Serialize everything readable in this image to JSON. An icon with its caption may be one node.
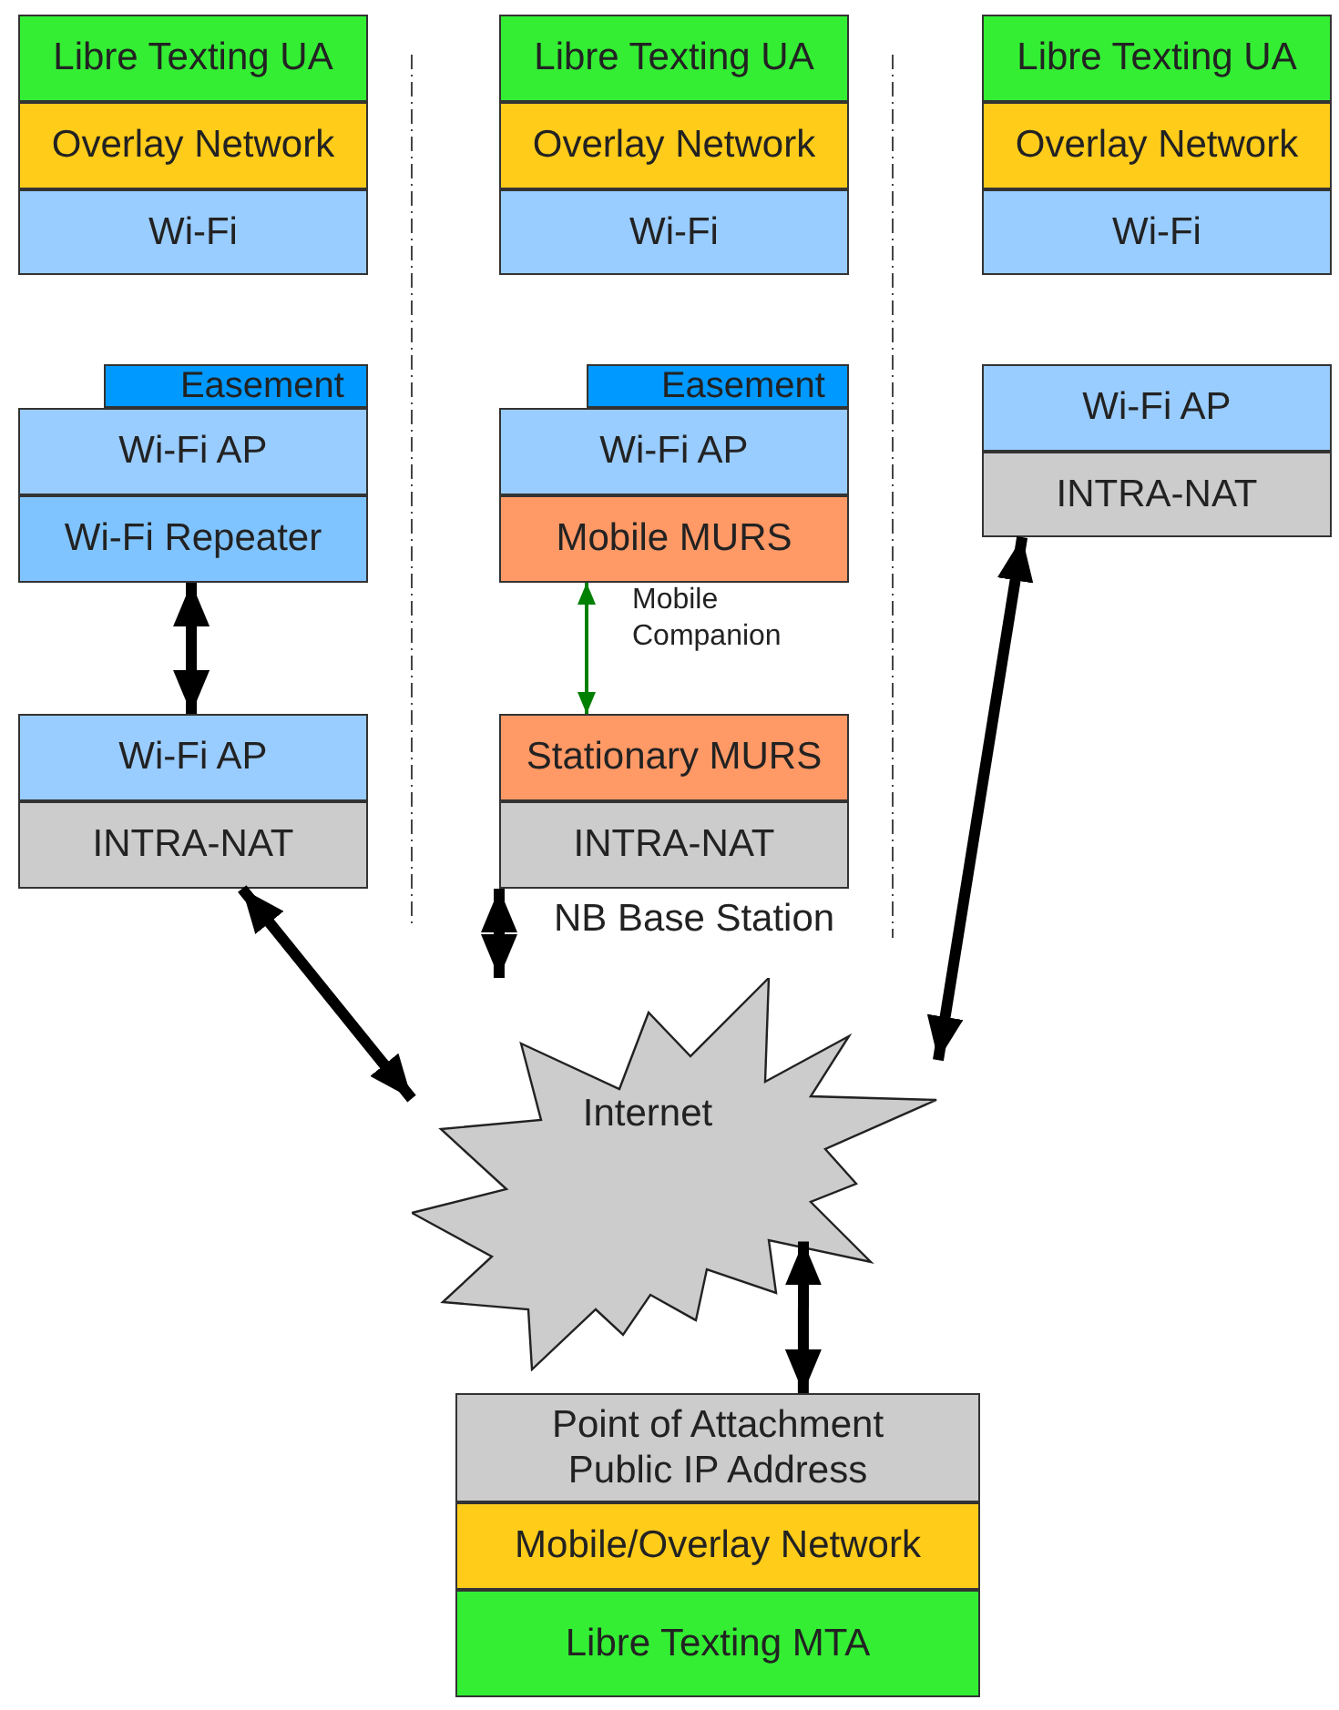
{
  "diagram": {
    "nodes": [
      {
        "text": [
          "Libre Texting UA"
        ]
      },
      {
        "text": [
          "Overlay Network"
        ]
      },
      {
        "text": [
          "Wi-Fi"
        ]
      },
      {
        "text": [
          "Libre Texting UA"
        ]
      },
      {
        "text": [
          "Overlay Network"
        ]
      },
      {
        "text": [
          "Wi-Fi"
        ]
      },
      {
        "text": [
          "Libre Texting UA"
        ]
      },
      {
        "text": [
          "Overlay Network"
        ]
      },
      {
        "text": [
          "Wi-Fi"
        ]
      },
      {
        "text": [
          "Easement"
        ]
      },
      {
        "text": [
          "Wi-Fi AP"
        ]
      },
      {
        "text": [
          "Wi-Fi Repeater"
        ]
      },
      {
        "text": [
          "Easement"
        ]
      },
      {
        "text": [
          "Wi-Fi AP"
        ]
      },
      {
        "text": [
          "Mobile MURS"
        ]
      },
      {
        "text": [
          "Wi-Fi AP"
        ]
      },
      {
        "text": [
          "INTRA-NAT"
        ]
      },
      {
        "text": [
          "Wi-Fi AP"
        ]
      },
      {
        "text": [
          "INTRA-NAT"
        ]
      },
      {
        "text": [
          "Stationary MURS"
        ]
      },
      {
        "text": [
          "INTRA-NAT"
        ],
        "beside": [
          "NB Base Station"
        ]
      },
      {
        "text": [
          "Internet"
        ]
      },
      {
        "text": [
          "Point of Attachment Public IP Address"
        ]
      },
      {
        "text": [
          "Mobile/Overlay Network"
        ]
      },
      {
        "text": [
          "Libre Texting MTA"
        ]
      }
    ],
    "edges": [
      {
        "from": 11,
        "to": 17,
        "arrow": "both"
      },
      {
        "from": 14,
        "to": 19,
        "arrow": "both",
        "label": "Mobile Companion",
        "color": "#008000"
      },
      {
        "from": 18,
        "to": 21,
        "arrow": "both"
      },
      {
        "from": 20,
        "to": 21,
        "arrow": "both"
      },
      {
        "from": 16,
        "to": 21,
        "arrow": "both"
      },
      {
        "from": 21,
        "to": 22,
        "arrow": "both"
      }
    ]
  }
}
